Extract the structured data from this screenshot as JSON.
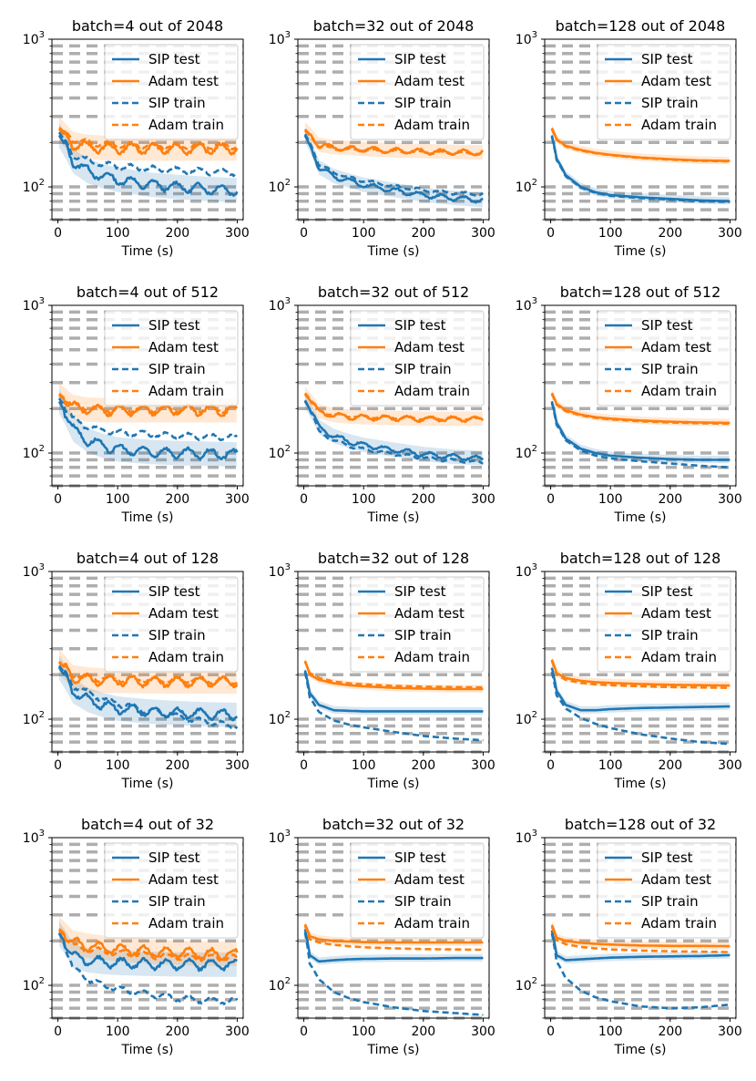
{
  "figure": {
    "nrows": 4,
    "ncols": 3
  },
  "colors": {
    "sip": "#1f77b4",
    "adam": "#ff7f0e",
    "grid": "#a0a0a0"
  },
  "common": {
    "xlabel": "Time (s)",
    "x_ticks": [
      0,
      100,
      200,
      300
    ],
    "xlim": [
      -10,
      310
    ],
    "y_scale": "log",
    "ylim": [
      60,
      1000
    ],
    "y_tick_labels": [
      {
        "value": 100,
        "base": "10",
        "exp": "2"
      },
      {
        "value": 1000,
        "base": "10",
        "exp": "3"
      }
    ],
    "legend": {
      "placement": "upper right",
      "entries": [
        "SIP test",
        "Adam test",
        "SIP train",
        "Adam train"
      ]
    }
  },
  "chart_data": [
    {
      "type": "line",
      "title": "batch=4 out of 2048",
      "x": [
        0,
        25,
        50,
        75,
        100,
        150,
        200,
        250,
        300
      ],
      "series": [
        {
          "name": "SIP test",
          "values": [
            230,
            150,
            128,
            118,
            112,
            104,
            100,
            97,
            95
          ]
        },
        {
          "name": "Adam test",
          "values": [
            250,
            195,
            187,
            184,
            183,
            182,
            182,
            182,
            182
          ]
        },
        {
          "name": "SIP train",
          "values": [
            240,
            165,
            150,
            142,
            138,
            133,
            130,
            127,
            125
          ]
        },
        {
          "name": "Adam train",
          "values": [
            255,
            210,
            198,
            194,
            192,
            190,
            190,
            190,
            190
          ]
        }
      ]
    },
    {
      "type": "line",
      "title": "batch=32 out of 2048",
      "x": [
        0,
        25,
        50,
        75,
        100,
        150,
        200,
        250,
        300
      ],
      "series": [
        {
          "name": "SIP test",
          "values": [
            230,
            135,
            118,
            110,
            103,
            95,
            88,
            84,
            81
          ]
        },
        {
          "name": "Adam test",
          "values": [
            250,
            192,
            185,
            182,
            180,
            176,
            174,
            172,
            170
          ]
        },
        {
          "name": "SIP train",
          "values": [
            235,
            142,
            125,
            116,
            110,
            101,
            95,
            91,
            89
          ]
        },
        {
          "name": "Adam train",
          "values": [
            245,
            188,
            182,
            179,
            177,
            174,
            172,
            170,
            169
          ]
        }
      ]
    },
    {
      "type": "line",
      "title": "batch=128 out of 2048",
      "x": [
        0,
        10,
        25,
        50,
        75,
        100,
        150,
        200,
        250,
        300
      ],
      "series": [
        {
          "name": "SIP test",
          "values": [
            240,
            155,
            120,
            100,
            92,
            88,
            85,
            83,
            81,
            80
          ]
        },
        {
          "name": "Adam test",
          "values": [
            260,
            210,
            190,
            178,
            170,
            165,
            158,
            154,
            151,
            150
          ]
        },
        {
          "name": "SIP train",
          "values": [
            235,
            152,
            118,
            99,
            91,
            87,
            84,
            82,
            80,
            79
          ]
        },
        {
          "name": "Adam train",
          "values": [
            255,
            208,
            188,
            176,
            169,
            164,
            157,
            153,
            150,
            149
          ]
        }
      ]
    },
    {
      "type": "line",
      "title": "batch=4 out of 512",
      "x": [
        0,
        25,
        50,
        75,
        100,
        150,
        200,
        250,
        300
      ],
      "series": [
        {
          "name": "SIP test",
          "values": [
            230,
            145,
            122,
            112,
            106,
            102,
            100,
            99,
            98
          ]
        },
        {
          "name": "Adam test",
          "values": [
            250,
            205,
            197,
            195,
            195,
            195,
            195,
            195,
            195
          ]
        },
        {
          "name": "SIP train",
          "values": [
            240,
            170,
            150,
            142,
            138,
            134,
            131,
            129,
            128
          ]
        },
        {
          "name": "Adam train",
          "values": [
            255,
            210,
            202,
            199,
            198,
            198,
            198,
            198,
            198
          ]
        }
      ]
    },
    {
      "type": "line",
      "title": "batch=32 out of 512",
      "x": [
        0,
        25,
        50,
        75,
        100,
        150,
        200,
        250,
        300
      ],
      "series": [
        {
          "name": "SIP test",
          "values": [
            230,
            150,
            130,
            120,
            113,
            105,
            98,
            94,
            92
          ]
        },
        {
          "name": "Adam test",
          "values": [
            255,
            190,
            180,
            176,
            174,
            172,
            170,
            170,
            170
          ]
        },
        {
          "name": "SIP train",
          "values": [
            235,
            140,
            122,
            112,
            106,
            99,
            93,
            89,
            86
          ]
        },
        {
          "name": "Adam train",
          "values": [
            260,
            192,
            182,
            178,
            176,
            174,
            172,
            171,
            170
          ]
        }
      ]
    },
    {
      "type": "line",
      "title": "batch=128 out of 512",
      "x": [
        0,
        10,
        25,
        50,
        75,
        100,
        150,
        200,
        250,
        300
      ],
      "series": [
        {
          "name": "SIP test",
          "values": [
            240,
            160,
            125,
            107,
            100,
            96,
            93,
            91,
            90,
            90
          ]
        },
        {
          "name": "Adam test",
          "values": [
            265,
            215,
            195,
            182,
            175,
            171,
            166,
            163,
            161,
            160
          ]
        },
        {
          "name": "SIP train",
          "values": [
            235,
            155,
            122,
            104,
            96,
            92,
            88,
            85,
            82,
            80
          ]
        },
        {
          "name": "Adam train",
          "values": [
            260,
            212,
            192,
            180,
            173,
            169,
            164,
            161,
            159,
            158
          ]
        }
      ]
    },
    {
      "type": "line",
      "title": "batch=4 out of 128",
      "x": [
        0,
        25,
        50,
        75,
        100,
        150,
        200,
        250,
        300
      ],
      "series": [
        {
          "name": "SIP test",
          "values": [
            230,
            155,
            135,
            125,
            118,
            113,
            110,
            108,
            107
          ]
        },
        {
          "name": "Adam test",
          "values": [
            250,
            192,
            186,
            183,
            182,
            181,
            180,
            180,
            180
          ]
        },
        {
          "name": "SIP train",
          "values": [
            235,
            170,
            150,
            138,
            128,
            115,
            104,
            96,
            90
          ]
        },
        {
          "name": "Adam train",
          "values": [
            245,
            200,
            192,
            189,
            187,
            185,
            184,
            183,
            183
          ]
        }
      ]
    },
    {
      "type": "line",
      "title": "batch=32 out of 128",
      "x": [
        0,
        10,
        25,
        50,
        75,
        100,
        150,
        200,
        250,
        300
      ],
      "series": [
        {
          "name": "SIP test",
          "values": [
            230,
            150,
            125,
            115,
            114,
            113,
            113,
            113,
            113,
            113
          ]
        },
        {
          "name": "Adam test",
          "values": [
            260,
            200,
            185,
            175,
            170,
            167,
            163,
            161,
            160,
            160
          ]
        },
        {
          "name": "SIP train",
          "values": [
            225,
            140,
            112,
            98,
            92,
            88,
            82,
            77,
            74,
            72
          ]
        },
        {
          "name": "Adam train",
          "values": [
            255,
            205,
            190,
            180,
            175,
            172,
            168,
            166,
            165,
            164
          ]
        }
      ]
    },
    {
      "type": "line",
      "title": "batch=128 out of 128",
      "x": [
        0,
        10,
        25,
        50,
        75,
        100,
        150,
        200,
        250,
        300
      ],
      "series": [
        {
          "name": "SIP test",
          "values": [
            240,
            155,
            125,
            115,
            115,
            117,
            119,
            120,
            121,
            122
          ]
        },
        {
          "name": "Adam test",
          "values": [
            265,
            205,
            190,
            182,
            178,
            176,
            173,
            171,
            170,
            169
          ]
        },
        {
          "name": "SIP train",
          "values": [
            225,
            145,
            118,
            102,
            93,
            87,
            79,
            74,
            70,
            68
          ]
        },
        {
          "name": "Adam train",
          "values": [
            260,
            200,
            185,
            176,
            172,
            170,
            167,
            165,
            164,
            163
          ]
        }
      ]
    },
    {
      "type": "line",
      "title": "batch=4 out of 32",
      "x": [
        0,
        25,
        50,
        75,
        100,
        150,
        200,
        250,
        300
      ],
      "series": [
        {
          "name": "SIP test",
          "values": [
            230,
            158,
            148,
            144,
            142,
            140,
            139,
            138,
            138
          ]
        },
        {
          "name": "Adam test",
          "values": [
            245,
            195,
            186,
            180,
            176,
            170,
            166,
            164,
            163
          ]
        },
        {
          "name": "SIP train",
          "values": [
            235,
            130,
            110,
            100,
            94,
            87,
            82,
            79,
            78
          ]
        },
        {
          "name": "Adam train",
          "values": [
            240,
            185,
            175,
            170,
            166,
            160,
            156,
            154,
            153
          ]
        }
      ]
    },
    {
      "type": "line",
      "title": "batch=32 out of 32",
      "x": [
        0,
        10,
        25,
        50,
        75,
        100,
        150,
        200,
        250,
        300
      ],
      "series": [
        {
          "name": "SIP test",
          "values": [
            260,
            160,
            145,
            148,
            150,
            151,
            152,
            152,
            153,
            153
          ]
        },
        {
          "name": "Adam test",
          "values": [
            270,
            215,
            205,
            200,
            198,
            196,
            195,
            195,
            195,
            195
          ]
        },
        {
          "name": "SIP train",
          "values": [
            250,
            140,
            110,
            90,
            82,
            77,
            71,
            67,
            65,
            63
          ]
        },
        {
          "name": "Adam train",
          "values": [
            265,
            205,
            195,
            188,
            184,
            181,
            178,
            176,
            175,
            174
          ]
        }
      ]
    },
    {
      "type": "line",
      "title": "batch=128 out of 32",
      "x": [
        0,
        10,
        25,
        50,
        75,
        100,
        150,
        200,
        250,
        300
      ],
      "series": [
        {
          "name": "SIP test",
          "values": [
            255,
            160,
            148,
            150,
            152,
            154,
            156,
            157,
            158,
            160
          ]
        },
        {
          "name": "Adam test",
          "values": [
            268,
            210,
            200,
            194,
            191,
            189,
            186,
            185,
            185,
            184
          ]
        },
        {
          "name": "SIP train",
          "values": [
            245,
            145,
            112,
            92,
            83,
            78,
            72,
            70,
            71,
            74
          ]
        },
        {
          "name": "Adam train",
          "values": [
            262,
            202,
            190,
            182,
            178,
            175,
            172,
            170,
            169,
            168
          ]
        }
      ]
    }
  ]
}
